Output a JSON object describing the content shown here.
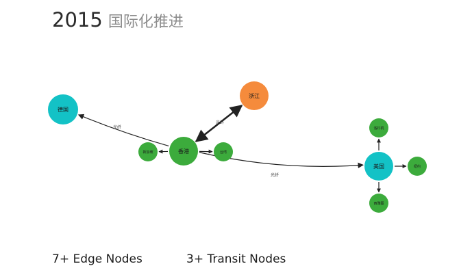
{
  "header": {
    "year": "2015",
    "subtitle": "国际化推进"
  },
  "colors": {
    "edge": "#3cab3c",
    "transit": "#13c2c6",
    "origin": "#f58b3c",
    "line": "#222222"
  },
  "diagram": {
    "nodes": [
      {
        "id": "germany",
        "label": "德国",
        "type": "transit"
      },
      {
        "id": "zhejiang",
        "label": "浙江",
        "type": "origin"
      },
      {
        "id": "hongkong",
        "label": "香港",
        "type": "edge"
      },
      {
        "id": "xinjiapo",
        "label": "新加坡",
        "type": "edge"
      },
      {
        "id": "taiwan",
        "label": "台湾",
        "type": "edge"
      },
      {
        "id": "usa",
        "label": "美国",
        "type": "transit"
      },
      {
        "id": "losangeles",
        "label": "洛杉矶",
        "type": "edge"
      },
      {
        "id": "luoma",
        "label": "纽约",
        "type": "edge"
      },
      {
        "id": "xiyatu",
        "label": "西雅图",
        "type": "edge"
      }
    ],
    "edges": [
      {
        "from": "hongkong",
        "to": "germany",
        "label": "光纤"
      },
      {
        "from": "zhejiang",
        "to": "hongkong",
        "label": "光纤",
        "bidirectional": true
      },
      {
        "from": "hongkong",
        "to": "usa",
        "label": "光纤"
      },
      {
        "from": "hongkong",
        "to": "xinjiapo",
        "label": ""
      },
      {
        "from": "hongkong",
        "to": "taiwan",
        "label": ""
      },
      {
        "from": "usa",
        "to": "losangeles",
        "label": ""
      },
      {
        "from": "usa",
        "to": "luoma",
        "label": ""
      },
      {
        "from": "usa",
        "to": "xiyatu",
        "label": ""
      }
    ]
  },
  "stats": {
    "edge_nodes": "7+ Edge Nodes",
    "transit_nodes": "3+ Transit Nodes"
  }
}
